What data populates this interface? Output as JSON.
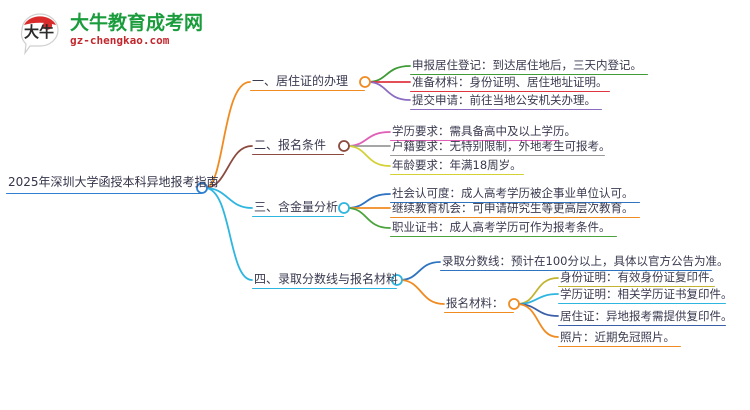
{
  "brand": {
    "logo_icon": "speech-bubble-daniu-logo",
    "name_cn": "大牛教育成考网",
    "name_en": "gz-chengkao.com",
    "color_cn": "#1a9c3c",
    "color_en": "#c1272d"
  },
  "mindmap": {
    "root": {
      "label": "2025年深圳大学函授本科异地报考指南",
      "color": "#2f7fd1"
    },
    "branches": [
      {
        "index": "1",
        "label": "一、居住证的办理",
        "color": "#f08b22",
        "children": [
          {
            "label": "申报居住登记：到达居住地后，三天内登记。",
            "color": "#3f9b35"
          },
          {
            "label": "准备材料：身份证明、居住地址证明。",
            "color": "#e0353f"
          },
          {
            "label": "提交申请：前往当地公安机关办理。",
            "color": "#8b6cc1"
          }
        ]
      },
      {
        "index": "2",
        "label": "二、报名条件",
        "color": "#8c4a3f",
        "children": [
          {
            "label": "学历要求：需具备高中及以上学历。",
            "color": "#e060b8"
          },
          {
            "label": "户籍要求：无特别限制，外地考生可报考。",
            "color": "#9a9a9a"
          },
          {
            "label": "年龄要求：年满18周岁。",
            "color": "#d4d135"
          }
        ]
      },
      {
        "index": "3",
        "label": "三、含金量分析",
        "color": "#2fb6e0",
        "children": [
          {
            "label": "社会认可度：成人高考学历被企事业单位认可。",
            "color": "#2f74c0"
          },
          {
            "label": "继续教育机会：可申请研究生等更高层次教育。",
            "color": "#f08b22"
          },
          {
            "label": "职业证书：成人高考学历可作为报考条件。",
            "color": "#4aa33c"
          }
        ]
      },
      {
        "index": "4",
        "label": "四、录取分数线与报名材料",
        "color": "#2fb6e0",
        "children": [
          {
            "label": "录取分数线：预计在100分以上，具体以官方公告为准。",
            "color": "#2f74c0"
          },
          {
            "label": "报名材料：",
            "color": "#f08b22",
            "children": [
              {
                "label": "身份证明：有效身份证复印件。",
                "color": "#c2b431"
              },
              {
                "label": "学历证明：相关学历证书复印件。",
                "color": "#2fb6e0"
              },
              {
                "label": "居住证：异地报考需提供复印件。",
                "color": "#3a5fa8"
              },
              {
                "label": "照片：近期免冠照片。",
                "color": "#f08b22"
              }
            ]
          }
        ]
      }
    ]
  }
}
